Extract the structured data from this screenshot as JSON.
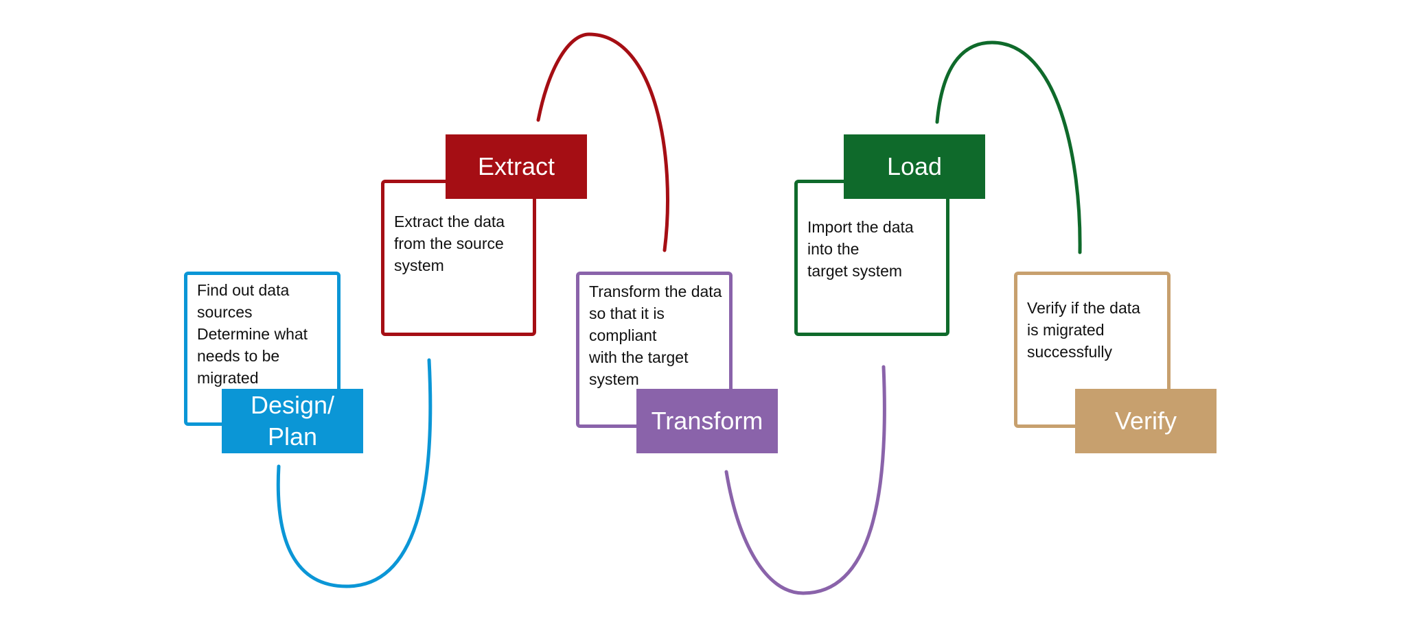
{
  "steps": [
    {
      "id": "design",
      "label": "Design/\nPlan",
      "description": "Find out data\nsources\nDetermine what\nneeds to be\nmigrated",
      "color": "#0B96D6"
    },
    {
      "id": "extract",
      "label": "Extract",
      "description": "Extract the data\nfrom the source\nsystem",
      "color": "#A50E14"
    },
    {
      "id": "transform",
      "label": "Transform",
      "description": "Transform the data\nso that it is\ncompliant\nwith the target\nsystem",
      "color": "#8A63AA"
    },
    {
      "id": "load",
      "label": "Load",
      "description": "Import the data\ninto the\ntarget system",
      "color": "#0F6A2B"
    },
    {
      "id": "verify",
      "label": "Verify",
      "description": "Verify if the data\nis migrated\nsuccessfully",
      "color": "#C7A06E"
    }
  ]
}
